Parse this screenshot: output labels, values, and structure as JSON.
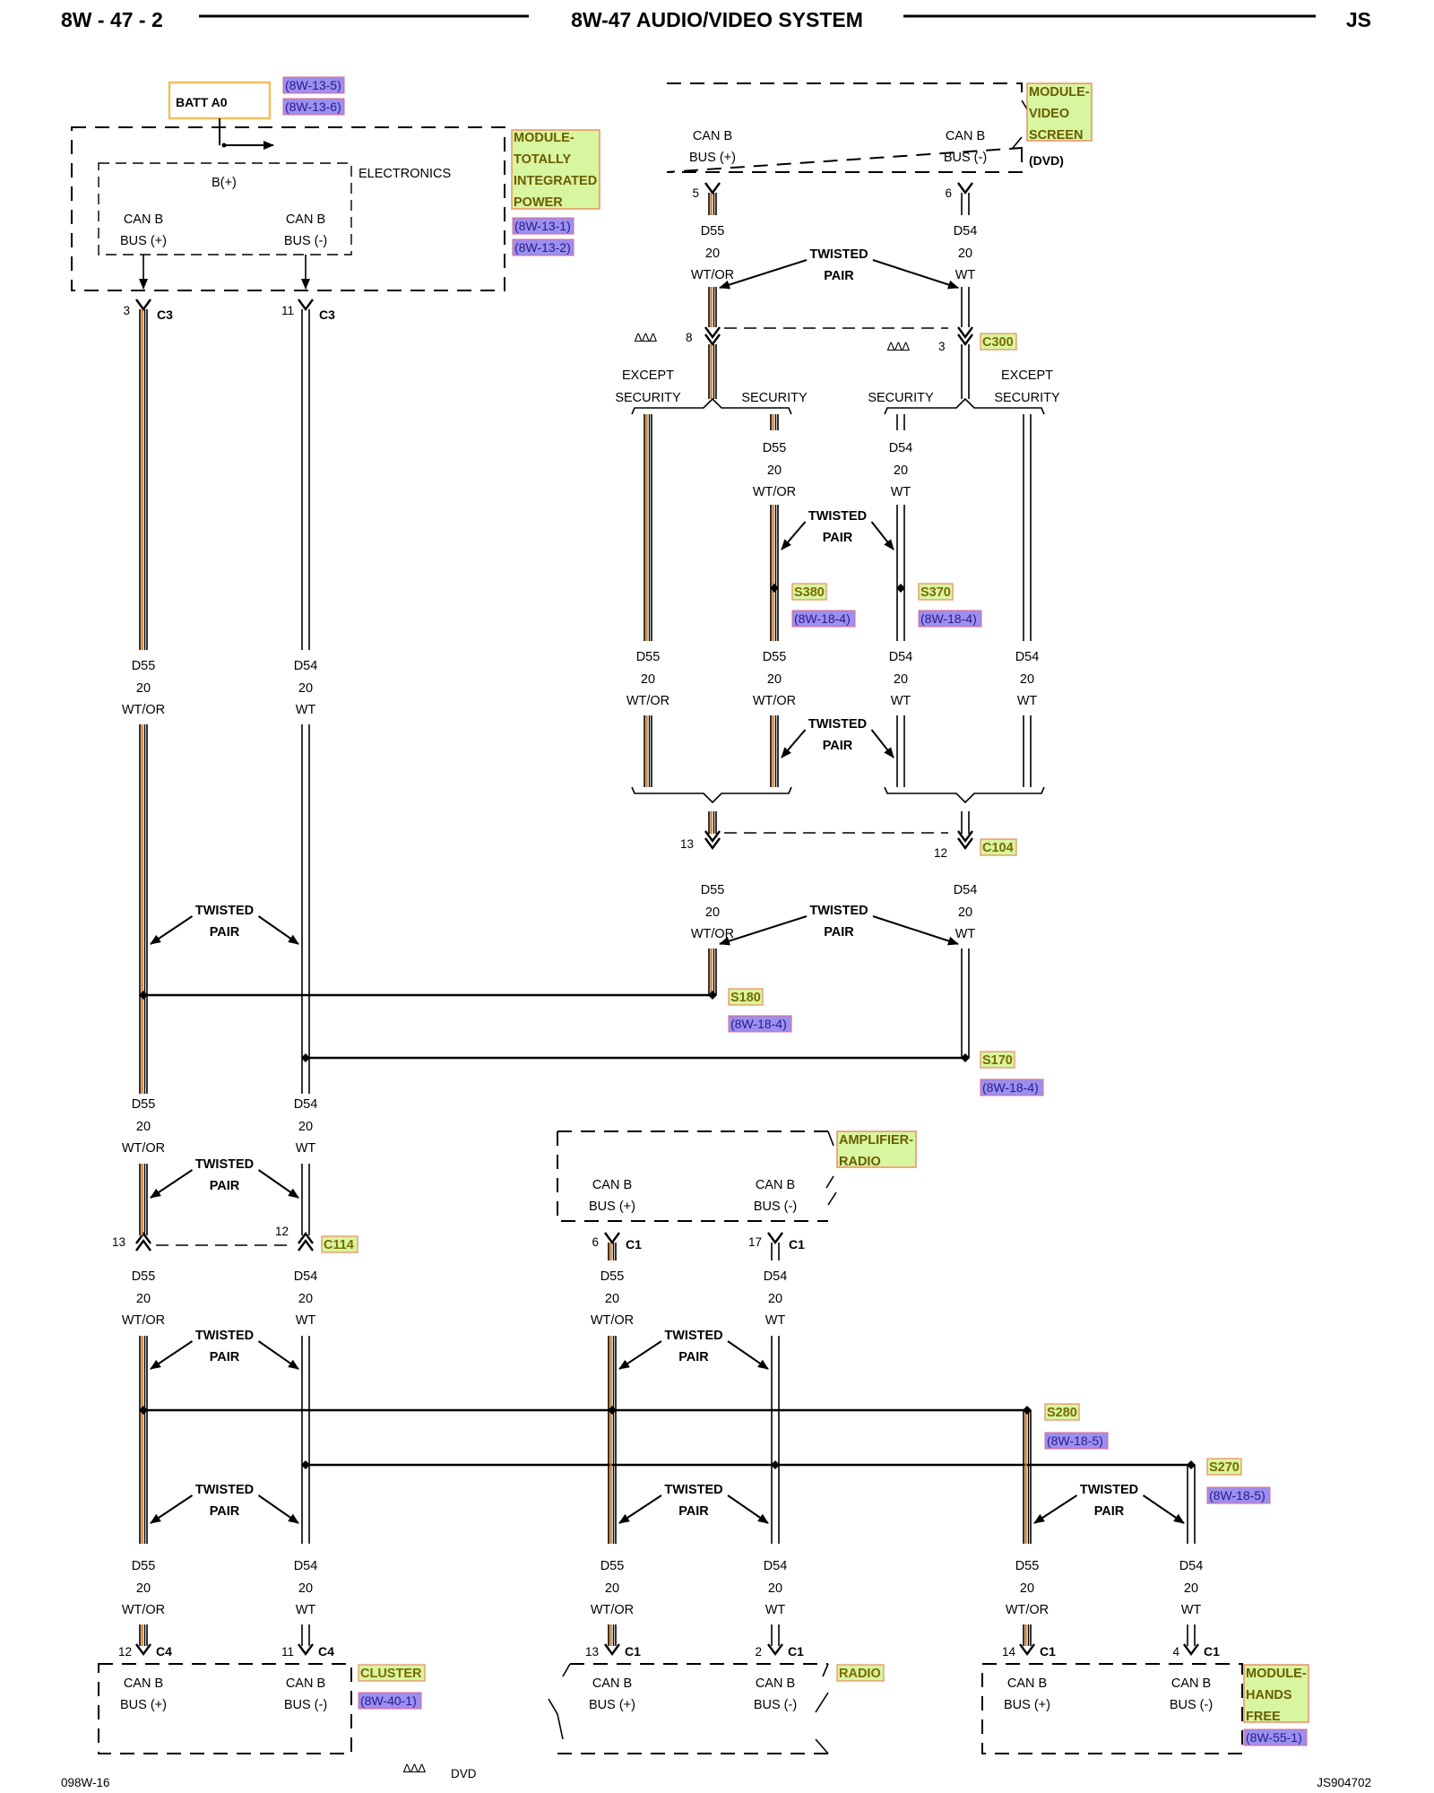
{
  "header": {
    "page_code": "8W - 47 - 2",
    "title": "8W-47 AUDIO/VIDEO SYSTEM",
    "model": "JS"
  },
  "footer": {
    "left": "098W-16",
    "right": "JS904702",
    "legend_symbol": "∆∆∆",
    "legend_text": "DVD"
  },
  "common": {
    "d55": "D55",
    "d54": "D54",
    "gauge": "20",
    "wtor": "WT/OR",
    "wt": "WT",
    "twisted": "TWISTED",
    "pair": "PAIR",
    "canb": "CAN B",
    "busp": "BUS (+)",
    "busn": "BUS (-)",
    "except": "EXCEPT",
    "security": "SECURITY",
    "triangles": "∆∆∆"
  },
  "batt": {
    "label": "BATT A0",
    "refs": [
      "(8W-13-5)",
      "(8W-13-6)"
    ]
  },
  "tipm": {
    "electronics": "ELECTRONICS",
    "bplus": "B(+)",
    "name_lines": [
      "MODULE-",
      "TOTALLY",
      "INTEGRATED",
      "POWER"
    ],
    "refs": [
      "(8W-13-1)",
      "(8W-13-2)"
    ],
    "pin_a": "3",
    "pin_b": "11",
    "conn": "C3"
  },
  "video": {
    "name_lines": [
      "MODULE-",
      "VIDEO",
      "SCREEN"
    ],
    "dvd": "(DVD)",
    "pin_a": "5",
    "pin_b": "6"
  },
  "c300": {
    "name": "C300",
    "pin_a": "8",
    "pin_b": "3"
  },
  "s380": {
    "name": "S380",
    "ref": "(8W-18-4)"
  },
  "s370": {
    "name": "S370",
    "ref": "(8W-18-4)"
  },
  "c104": {
    "name": "C104",
    "pin_a": "13",
    "pin_b": "12"
  },
  "s180": {
    "name": "S180",
    "ref": "(8W-18-4)"
  },
  "s170": {
    "name": "S170",
    "ref": "(8W-18-4)"
  },
  "amp": {
    "name_lines": [
      "AMPLIFIER-",
      "RADIO"
    ],
    "pin_a": "6",
    "pin_b": "17",
    "conn": "C1"
  },
  "c114": {
    "name": "C114",
    "pin_a": "13",
    "pin_b": "12"
  },
  "s280": {
    "name": "S280",
    "ref": "(8W-18-5)"
  },
  "s270": {
    "name": "S270",
    "ref": "(8W-18-5)"
  },
  "cluster": {
    "name": "CLUSTER",
    "ref": "(8W-40-1)",
    "pin_a": "12",
    "pin_b": "11",
    "conn": "C4"
  },
  "radio": {
    "name": "RADIO",
    "pin_a": "13",
    "pin_b": "2",
    "conn": "C1"
  },
  "hfm": {
    "name_lines": [
      "MODULE-",
      "HANDS",
      "FREE"
    ],
    "ref": "(8W-55-1)",
    "pin_a": "14",
    "pin_b": "4",
    "conn": "C1"
  },
  "colors": {
    "orange": "#d2781e",
    "tag_bg": "#d8f5a0",
    "tag_border": "#e88a5a",
    "ref_bg": "#9b8ff0",
    "ref_border": "#e06a8a"
  }
}
